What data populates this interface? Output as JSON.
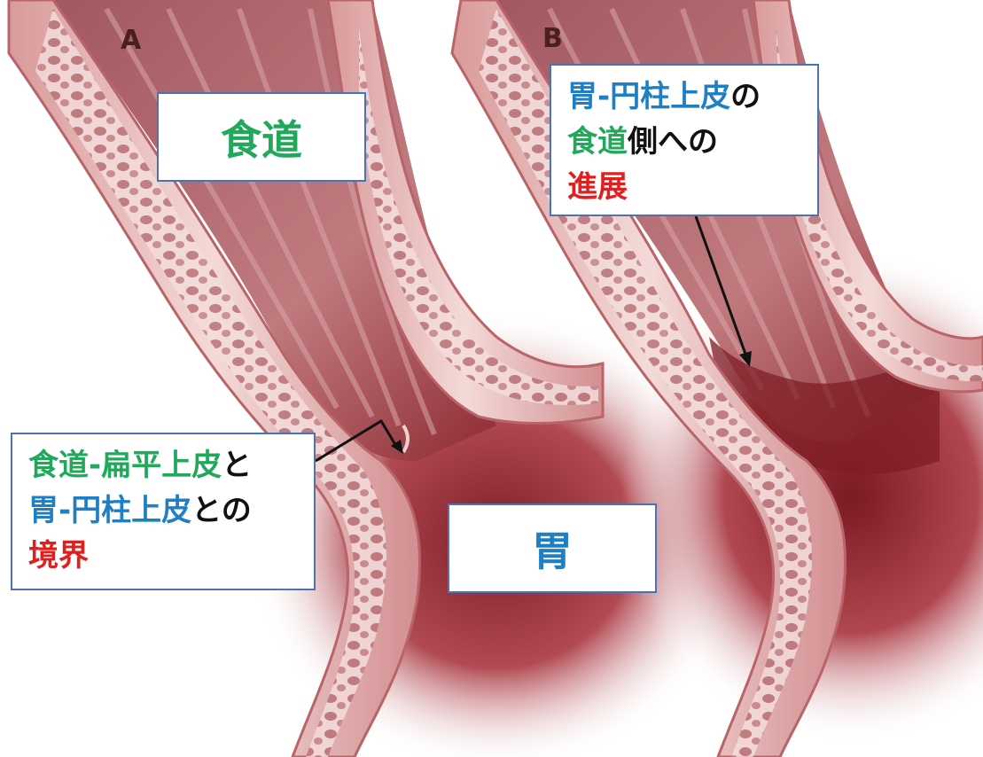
{
  "panels": {
    "a": {
      "letter": "A"
    },
    "b": {
      "letter": "B"
    }
  },
  "labels": {
    "esophagus": "食道",
    "stomach": "胃",
    "boundary": {
      "line1_green": "食道‐扁平上皮",
      "line1_black": "と",
      "line2_blue": "胃‐円柱上皮",
      "line2_black": "との",
      "line3_red": "境界"
    },
    "extension": {
      "line1_blue": "胃‐円柱上皮",
      "line1_black": "の",
      "line2_green": "食道",
      "line2_black": "側への",
      "line3_red": "進展"
    }
  },
  "colors": {
    "tissue_dark": "#8e2a33",
    "tissue_mid": "#c46a6f",
    "tissue_light": "#f2d4d3",
    "box_border": "#4a73b5",
    "green_text": "#21a85a",
    "blue_text": "#1f7fc4",
    "red_text": "#e02020"
  }
}
